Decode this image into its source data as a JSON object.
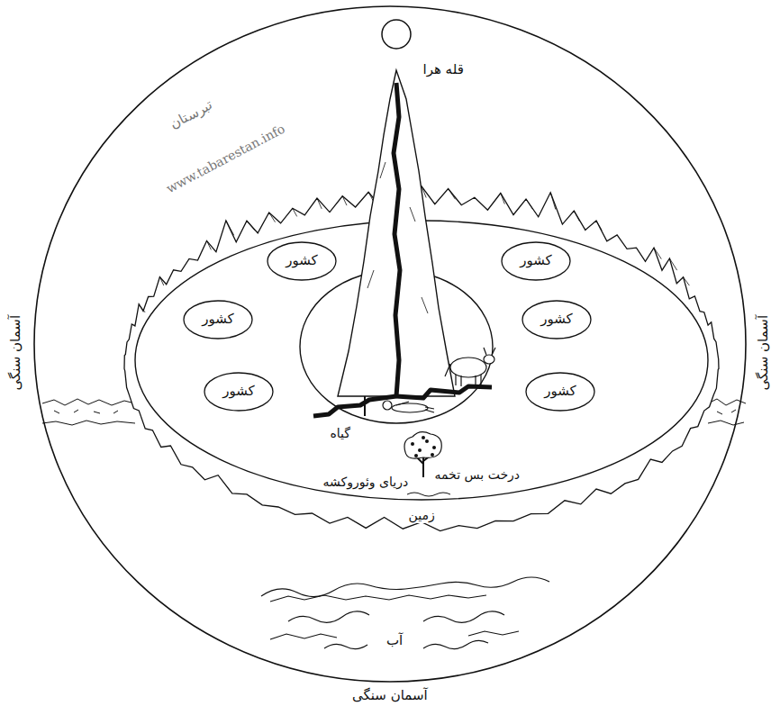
{
  "diagram": {
    "nodes": [
      {
        "text": [
          "کشور"
        ]
      },
      {
        "text": [
          "کشور"
        ]
      },
      {
        "text": [
          "کشور"
        ]
      },
      {
        "text": [
          "کشور"
        ]
      },
      {
        "text": [
          "کشور"
        ]
      },
      {
        "text": [
          "کشور"
        ]
      }
    ],
    "labels": [
      "قله هرا",
      "تبرستان",
      "www.tabarestan.info",
      "آسمان سنگی",
      "آسمان سنگی",
      "گیاه",
      "درخت بس تخمه",
      "دریای وئوروکشه",
      "زمین",
      "آب",
      "آسمان سنگی"
    ]
  }
}
